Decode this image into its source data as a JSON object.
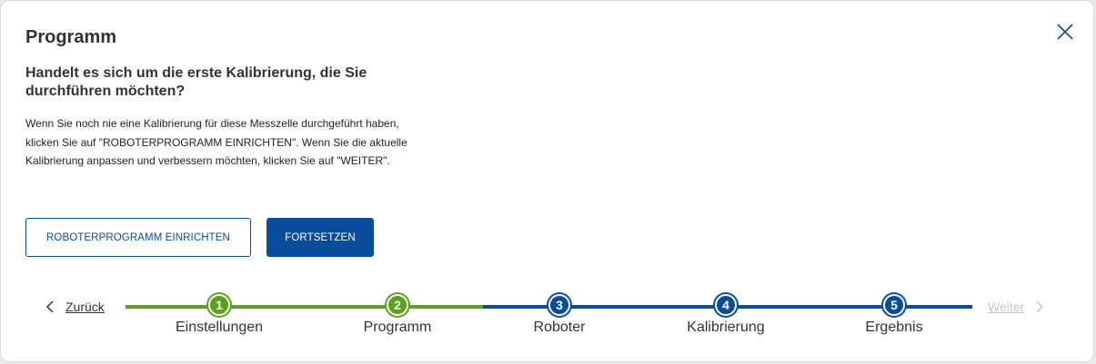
{
  "dialog": {
    "title": "Programm",
    "question": "Handelt es sich um die erste Kalibrierung, die Sie durchführen möchten?",
    "description": "Wenn Sie noch nie eine Kalibrierung für diese Messzelle durchgeführt haben, klicken Sie auf \"ROBOTERPROGRAMM EINRICHTEN\". Wenn Sie die aktuelle Kalibrierung anpassen und verbessern möchten, klicken Sie auf \"WEITER\".",
    "buttons": {
      "setup_label": "ROBOTERPROGRAMM EINRICHTEN",
      "continue_label": "FORTSETZEN"
    }
  },
  "stepper": {
    "back_label": "Zurück",
    "next_label": "Weiter",
    "steps": [
      {
        "number": "1",
        "label": "Einstellungen",
        "status": "done"
      },
      {
        "number": "2",
        "label": "Programm",
        "status": "current"
      },
      {
        "number": "3",
        "label": "Roboter",
        "status": "pending"
      },
      {
        "number": "4",
        "label": "Kalibrierung",
        "status": "pending"
      },
      {
        "number": "5",
        "label": "Ergebnis",
        "status": "pending"
      }
    ]
  },
  "colors": {
    "primary": "#0a4d9c",
    "done": "#5aa11e",
    "disabled": "#c4c4c4"
  },
  "icons": {
    "close": "close-icon",
    "back": "chevron-left-icon",
    "next": "chevron-right-icon"
  }
}
